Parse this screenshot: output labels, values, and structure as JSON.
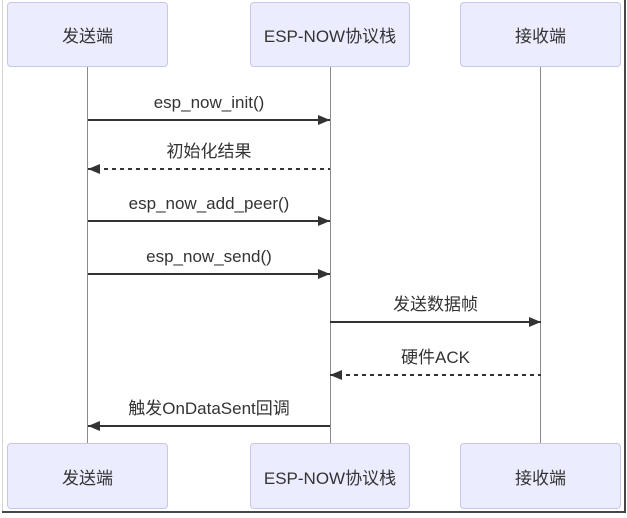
{
  "diagram": {
    "type": "sequence",
    "title": "ESP-NOW send flow sequence diagram",
    "actors": [
      {
        "id": "sender",
        "label": "发送端"
      },
      {
        "id": "espnow-stack",
        "label": "ESP-NOW协议栈"
      },
      {
        "id": "receiver",
        "label": "接收端"
      }
    ],
    "messages": [
      {
        "label": "esp_now_init()",
        "from": "发送端",
        "to": "ESP-NOW协议栈",
        "line": "solid",
        "direction": "right"
      },
      {
        "label": "初始化结果",
        "from": "ESP-NOW协议栈",
        "to": "发送端",
        "line": "dashed",
        "direction": "left"
      },
      {
        "label": "esp_now_add_peer()",
        "from": "发送端",
        "to": "ESP-NOW协议栈",
        "line": "solid",
        "direction": "right"
      },
      {
        "label": "esp_now_send()",
        "from": "发送端",
        "to": "ESP-NOW协议栈",
        "line": "solid",
        "direction": "right"
      },
      {
        "label": "发送数据帧",
        "from": "ESP-NOW协议栈",
        "to": "接收端",
        "line": "solid",
        "direction": "right"
      },
      {
        "label": "硬件ACK",
        "from": "接收端",
        "to": "ESP-NOW协议栈",
        "line": "dashed",
        "direction": "left"
      },
      {
        "label": "触发OnDataSent回调",
        "from": "ESP-NOW协议栈",
        "to": "发送端",
        "line": "solid",
        "direction": "left"
      }
    ],
    "colors": {
      "actor_fill": "#ececff",
      "actor_border": "#c6c6e8",
      "message_line": "#333333",
      "lifeline": "#8a8a8a",
      "text": "#333333",
      "frame_dark": "#474747",
      "frame_light": "#d4d4d4"
    }
  }
}
